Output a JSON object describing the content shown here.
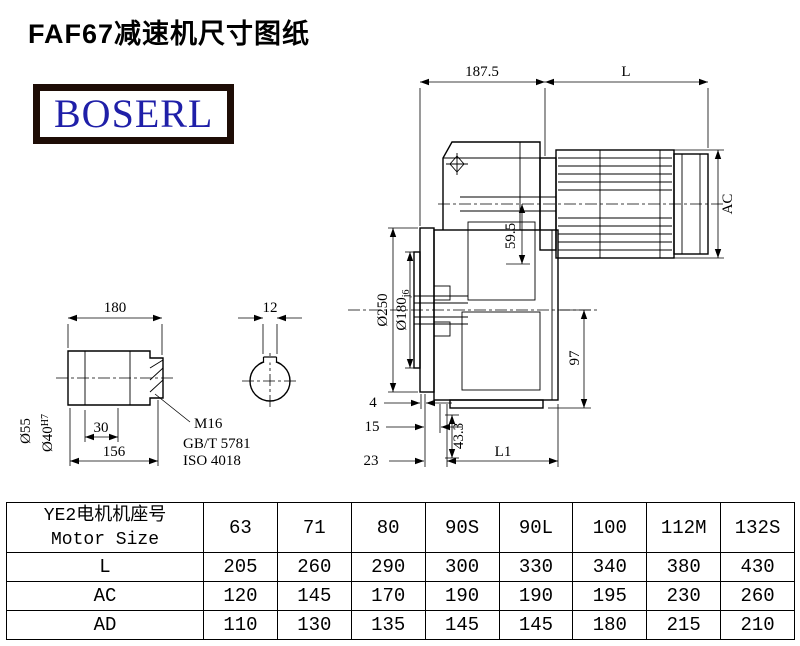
{
  "page": {
    "title": "FAF67减速机尺寸图纸",
    "brand": "BOSERL"
  },
  "colors": {
    "brand_text": "#1f1fa8",
    "logo_border": "#1e0d06",
    "line": "#000000"
  },
  "drawing": {
    "dim_top_left": "187.5",
    "dim_top_right": "L",
    "dim_motor_height": "AC",
    "dim_flange_od": "Ø250",
    "dim_spigot": "Ø180",
    "dim_spigot_tol": "j6",
    "dim_59_5": "59.5",
    "dim_97": "97",
    "dim_hub_length": "180",
    "dim_key_width": "12",
    "dim_o55": "Ø55",
    "dim_o40": "Ø40",
    "dim_o40_tol": "H7",
    "dim_30": "30",
    "dim_156": "156",
    "thread": "M16",
    "thread_std_gb": "GB/T 5781",
    "thread_std_iso": "ISO 4018",
    "dim_43_3": "43.3",
    "dim_4": "4",
    "dim_15": "15",
    "dim_23": "23",
    "dim_L1": "L1"
  },
  "table": {
    "header_cn": "YE2电机机座号",
    "header_en": "Motor Size",
    "columns": [
      "63",
      "71",
      "80",
      "90S",
      "90L",
      "100",
      "112M",
      "132S"
    ],
    "rows": [
      {
        "label": "L",
        "values": [
          "205",
          "260",
          "290",
          "300",
          "330",
          "340",
          "380",
          "430"
        ]
      },
      {
        "label": "AC",
        "values": [
          "120",
          "145",
          "170",
          "190",
          "190",
          "195",
          "230",
          "260"
        ]
      },
      {
        "label": "AD",
        "values": [
          "110",
          "130",
          "135",
          "145",
          "145",
          "180",
          "215",
          "210"
        ]
      }
    ]
  }
}
